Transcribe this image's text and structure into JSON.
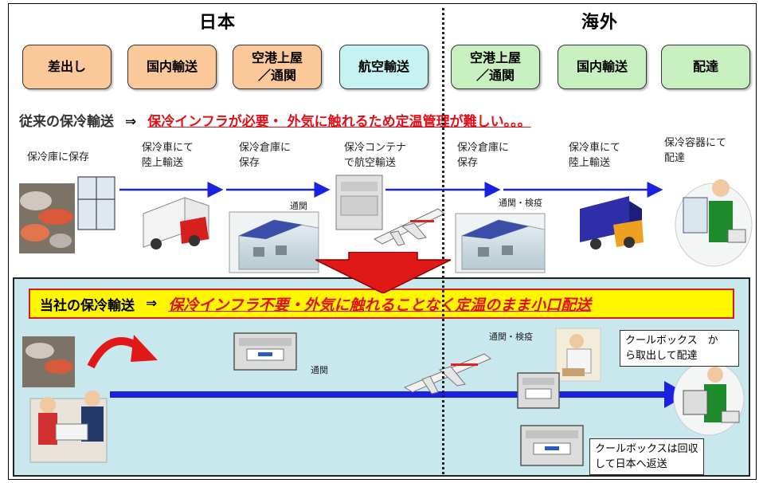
{
  "regions": {
    "japan": "日本",
    "overseas": "海外"
  },
  "stages": [
    {
      "label": "差出し",
      "color": "orange"
    },
    {
      "label": "国内輸送",
      "color": "orange"
    },
    {
      "label": "空港上屋\n／通関",
      "color": "orange"
    },
    {
      "label": "航空輸送",
      "color": "cyan"
    },
    {
      "label": "空港上屋\n／通関",
      "color": "green"
    },
    {
      "label": "国内輸送",
      "color": "green"
    },
    {
      "label": "配達",
      "color": "green"
    }
  ],
  "conventional": {
    "lead": "従来の保冷輸送",
    "arrow": "⇒",
    "problem": "保冷インフラが必要・ 外気に触れるため定温管理が難しい。。。",
    "steps": [
      "保冷庫に保存",
      "保冷車にて\n陸上輸送",
      "保冷倉庫に\n保存",
      "保冷コンテナ\nで航空輸送",
      "保冷倉庫に\n保存",
      "保冷車にて\n陸上輸送",
      "保冷容器にて\n配達"
    ],
    "customs_label": "通関",
    "customs_quarantine_label": "通関・検疫"
  },
  "company": {
    "lead": "当社の保冷輸送",
    "arrow": "⇒",
    "benefit": "保冷インフラ不要・外気に触れることなく定温のまま小口配送",
    "customs_label": "通関",
    "customs_quarantine_label": "通関・検疫",
    "note_delivery": "クールボックス　か\nら取出して配達",
    "note_return": "クールボックスは回収\nして日本へ返送"
  },
  "colors": {
    "arrow_blue": "#1a22e0",
    "problem_red": "#e0101a",
    "banner_yellow": "#fff600",
    "lower_bg": "#c9e8ee"
  }
}
